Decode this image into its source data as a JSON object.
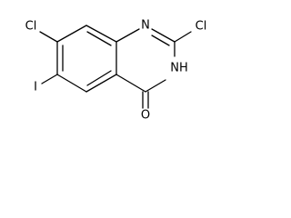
{
  "molecule": {
    "atoms": {
      "cl_top_left": "Cl",
      "cl_top_right": "Cl",
      "n_ring_top": "N",
      "nh": "NH",
      "iodine": "I",
      "oxygen": "O"
    }
  }
}
